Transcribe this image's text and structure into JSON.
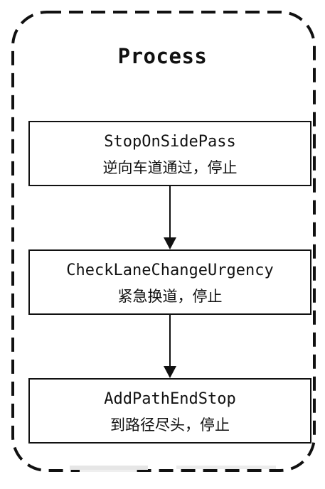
{
  "diagram": {
    "title": "Process",
    "nodes": [
      {
        "label": "StopOnSidePass",
        "sublabel": "逆向车道通过，停止"
      },
      {
        "label": "CheckLaneChangeUrgency",
        "sublabel": "紧急换道，停止"
      },
      {
        "label": "AddPathEndStop",
        "sublabel": "到路径尽头，停止"
      }
    ],
    "edges": [
      {
        "from": "StopOnSidePass",
        "to": "CheckLaneChangeUrgency"
      },
      {
        "from": "CheckLaneChangeUrgency",
        "to": "AddPathEndStop"
      }
    ]
  },
  "colors": {
    "stroke": "#111111",
    "background": "#ffffff"
  }
}
